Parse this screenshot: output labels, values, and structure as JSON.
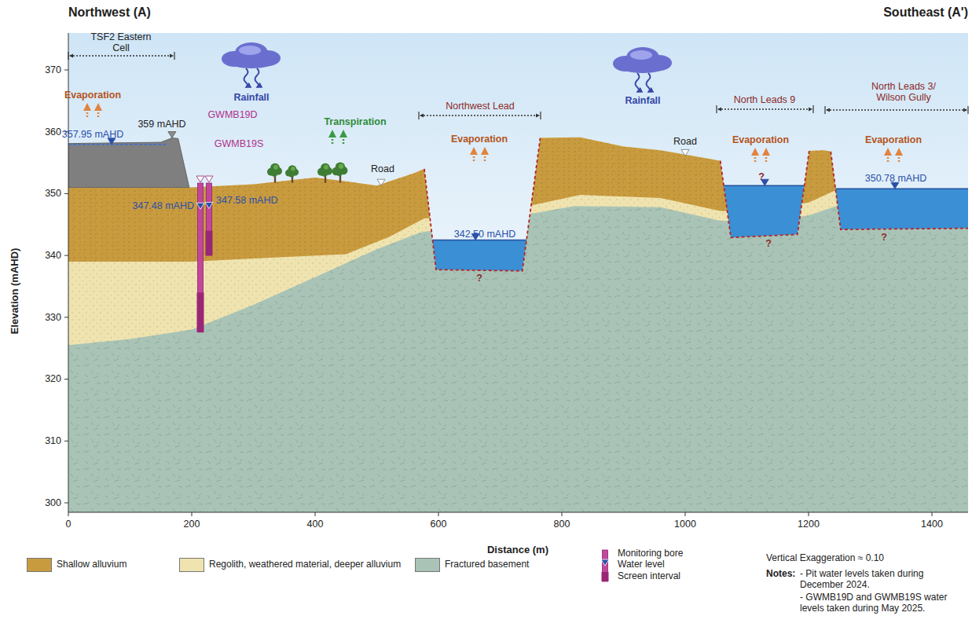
{
  "diagram": {
    "labels": [
      "Northwest (A)",
      "Southeast (A')",
      "Elevation (mAHD)",
      "Distance (m)",
      "370",
      "360",
      "350",
      "340",
      "330",
      "320",
      "310",
      "300",
      "0",
      "200",
      "400",
      "600",
      "800",
      "1000",
      "1200",
      "1400",
      "TSF2 Eastern Cell",
      "Evaporation",
      "357.95 mAHD",
      "359 mAHD",
      "Rainfall",
      "GWMB19D",
      "GWMB19S",
      "347.48 mAHD",
      "347.58 mAHD",
      "Transpiration",
      "Road",
      "Northwest Lead",
      "Evaporation",
      "342.50 mAHD",
      "?",
      "Rainfall",
      "Road",
      "North Leads 9",
      "Evaporation",
      "?",
      "?",
      "North Leads 3/ Wilson Gully",
      "Evaporation",
      "350.78 mAHD",
      "?",
      "Vertical Exaggeration ≈ 0.10",
      "Notes:",
      "- Pit water levels taken during December 2024.",
      "- GWMB19D and GWMB19S water levels taken during May 2025."
    ],
    "legend": [
      {
        "text": "Shallow alluvium",
        "color": "#c99b3f"
      },
      {
        "text": "Regolith, weathered material, deeper alluvium",
        "color": "#efe3b0"
      },
      {
        "text": "Fractured basement",
        "color": "#a9c4b6"
      },
      {
        "text": "Monitoring bore"
      },
      {
        "text": "Water level"
      },
      {
        "text": "Screen interval"
      }
    ]
  }
}
